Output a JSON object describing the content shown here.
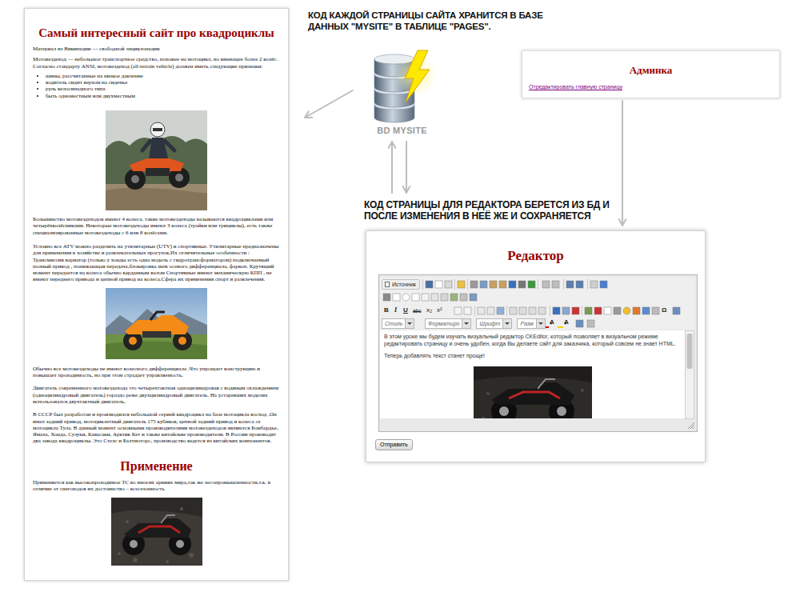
{
  "diagram": {
    "nodes": [
      {
        "text": [
          "Самый интересный сайт про квадроциклы",
          "Материал из Википедии — свободной энциклопедии",
          "Мотовездеход — небольшое транспортное средство, похожее на мотоцикл, но имеющее более 2 колёс. Согласно стандарту ANSI, мотовездеход (all-terrain vehicle) должен иметь следующие признаки:",
          "шины, рассчитанные на низкое давление",
          "водитель сидит верхом на сиденье",
          "руль велосипедного типа",
          "быть одноместным или двухместным",
          "Большинство мотовездеходов имеют 4 колеса, такие мотовездеходы называются квадроциклами или четырёхколёсниками. Некоторые мотовездеходы имеют 3 колеса (трайки или трициклы), есть также специализированные мотовездеходы с 6 или 8 колёсами.",
          "Условно все ATV можно разделить на утилитарные (UTV) и спортивные. Утилитарные предназначены для применения в хозяйстве и развлекательных прогулок.Их отличительные особенности : Трансмиссия вариатор (только у хонды есть одна модель с гидротрансформатором) подключаемый полный привод , понижающая передача,блокировка меж осевого дифференциала, фаркоп. Крутящий момент передается на колеса обычно карданным валом Спортивные имеют механическую КПП , не имеют переднего привода и цепной привод на колеса.Сфера их применения спорт и развлечения.",
          "Обычно все мотовездеходы не имеют колесного дифференциала .Что упрощает конструкцию и повышает проходимость, но при этом страдает управляемость.",
          "Двигатель современного мотовездехода это четырехтактная одноцилиндровая с водяным охлаждением (одноцилиндровый двигатель) гораздо реже двухцилиндровый двигатель. На устаревших моделях использовался двухтактный двигатель.",
          "В СССР был разработан и производился небольшой серией квадроцикл на базе мотоцикла восход .Он имел задний привод, мотоциклетный двигатель 175 кубиков, цепной задний привод и колеса от мотоцикла Тула. В данный момент основными производителями мотовездеходов являются Бомбардье, Ямаха, Хонда, Сузуки, Кавасаки, Арктик Кет и также китайские производители. В России производят два завода квадроциклы. Это Стелс и Балтмоторс, производство ведется из китайских компонентов.",
          "Применение",
          "Применяется как высокопроходимое ТС во многих армиях мира,так же лесопромышленности,т.к. в отличие от снегоходов их достоинство – всесезонность"
        ]
      },
      {
        "text": [
          "BD MYSITE"
        ]
      },
      {
        "text": [
          "Админка",
          "Отредактировать главную страницу"
        ]
      },
      {
        "text": [
          "КОД СТРАНИЦЫ ДЛЯ РЕДАКТОРА БЕРЕТСЯ ИЗ БД И ПОСЛЕ ИЗМЕНЕНИЯ В НЕЁ ЖЕ И СОХРАНЯЕТСЯ",
          "Редактор"
        ]
      },
      {
        "text": [
          "В этом уроке мы будем изучать визуальный редактор CKEditor, который позволяет в визуальном режиме редактировать страницу и очень удобен, когда Вы делаете сайт для заказчика, который совсем не знает HTML.",
          "Теперь добавлять текст станет проще!"
        ],
        "in": 3
      },
      {
        "text": [
          "Источник"
        ],
        "in": 3
      },
      {
        "text": [
          "Стиль"
        ],
        "in": 3
      },
      {
        "text": [
          "Форматиро"
        ],
        "in": 3
      },
      {
        "text": [
          "Шрифт"
        ],
        "in": 3
      },
      {
        "text": [
          "Разм"
        ],
        "in": 3
      },
      {
        "text": [
          "Отправить"
        ],
        "in": 3
      }
    ],
    "edges": [
      {
        "from": 1,
        "to": 0,
        "arrow": "to"
      },
      {
        "from": 3,
        "to": 1,
        "arrow": "to"
      },
      {
        "from": 1,
        "to": 3,
        "arrow": "to"
      },
      {
        "from": 2,
        "to": 3,
        "arrow": "to"
      }
    ],
    "labels": [
      "КОД КАЖДОЙ СТРАНИЦЫ САЙТА ХРАНИТСЯ В БАЗЕ ДАННЫХ \"MYSITE\" В ТАБЛИЦЕ \"PAGES\".",
      "B",
      "I",
      "U",
      "abc",
      "x₂",
      "x²",
      "A",
      "A",
      "Ω"
    ]
  }
}
